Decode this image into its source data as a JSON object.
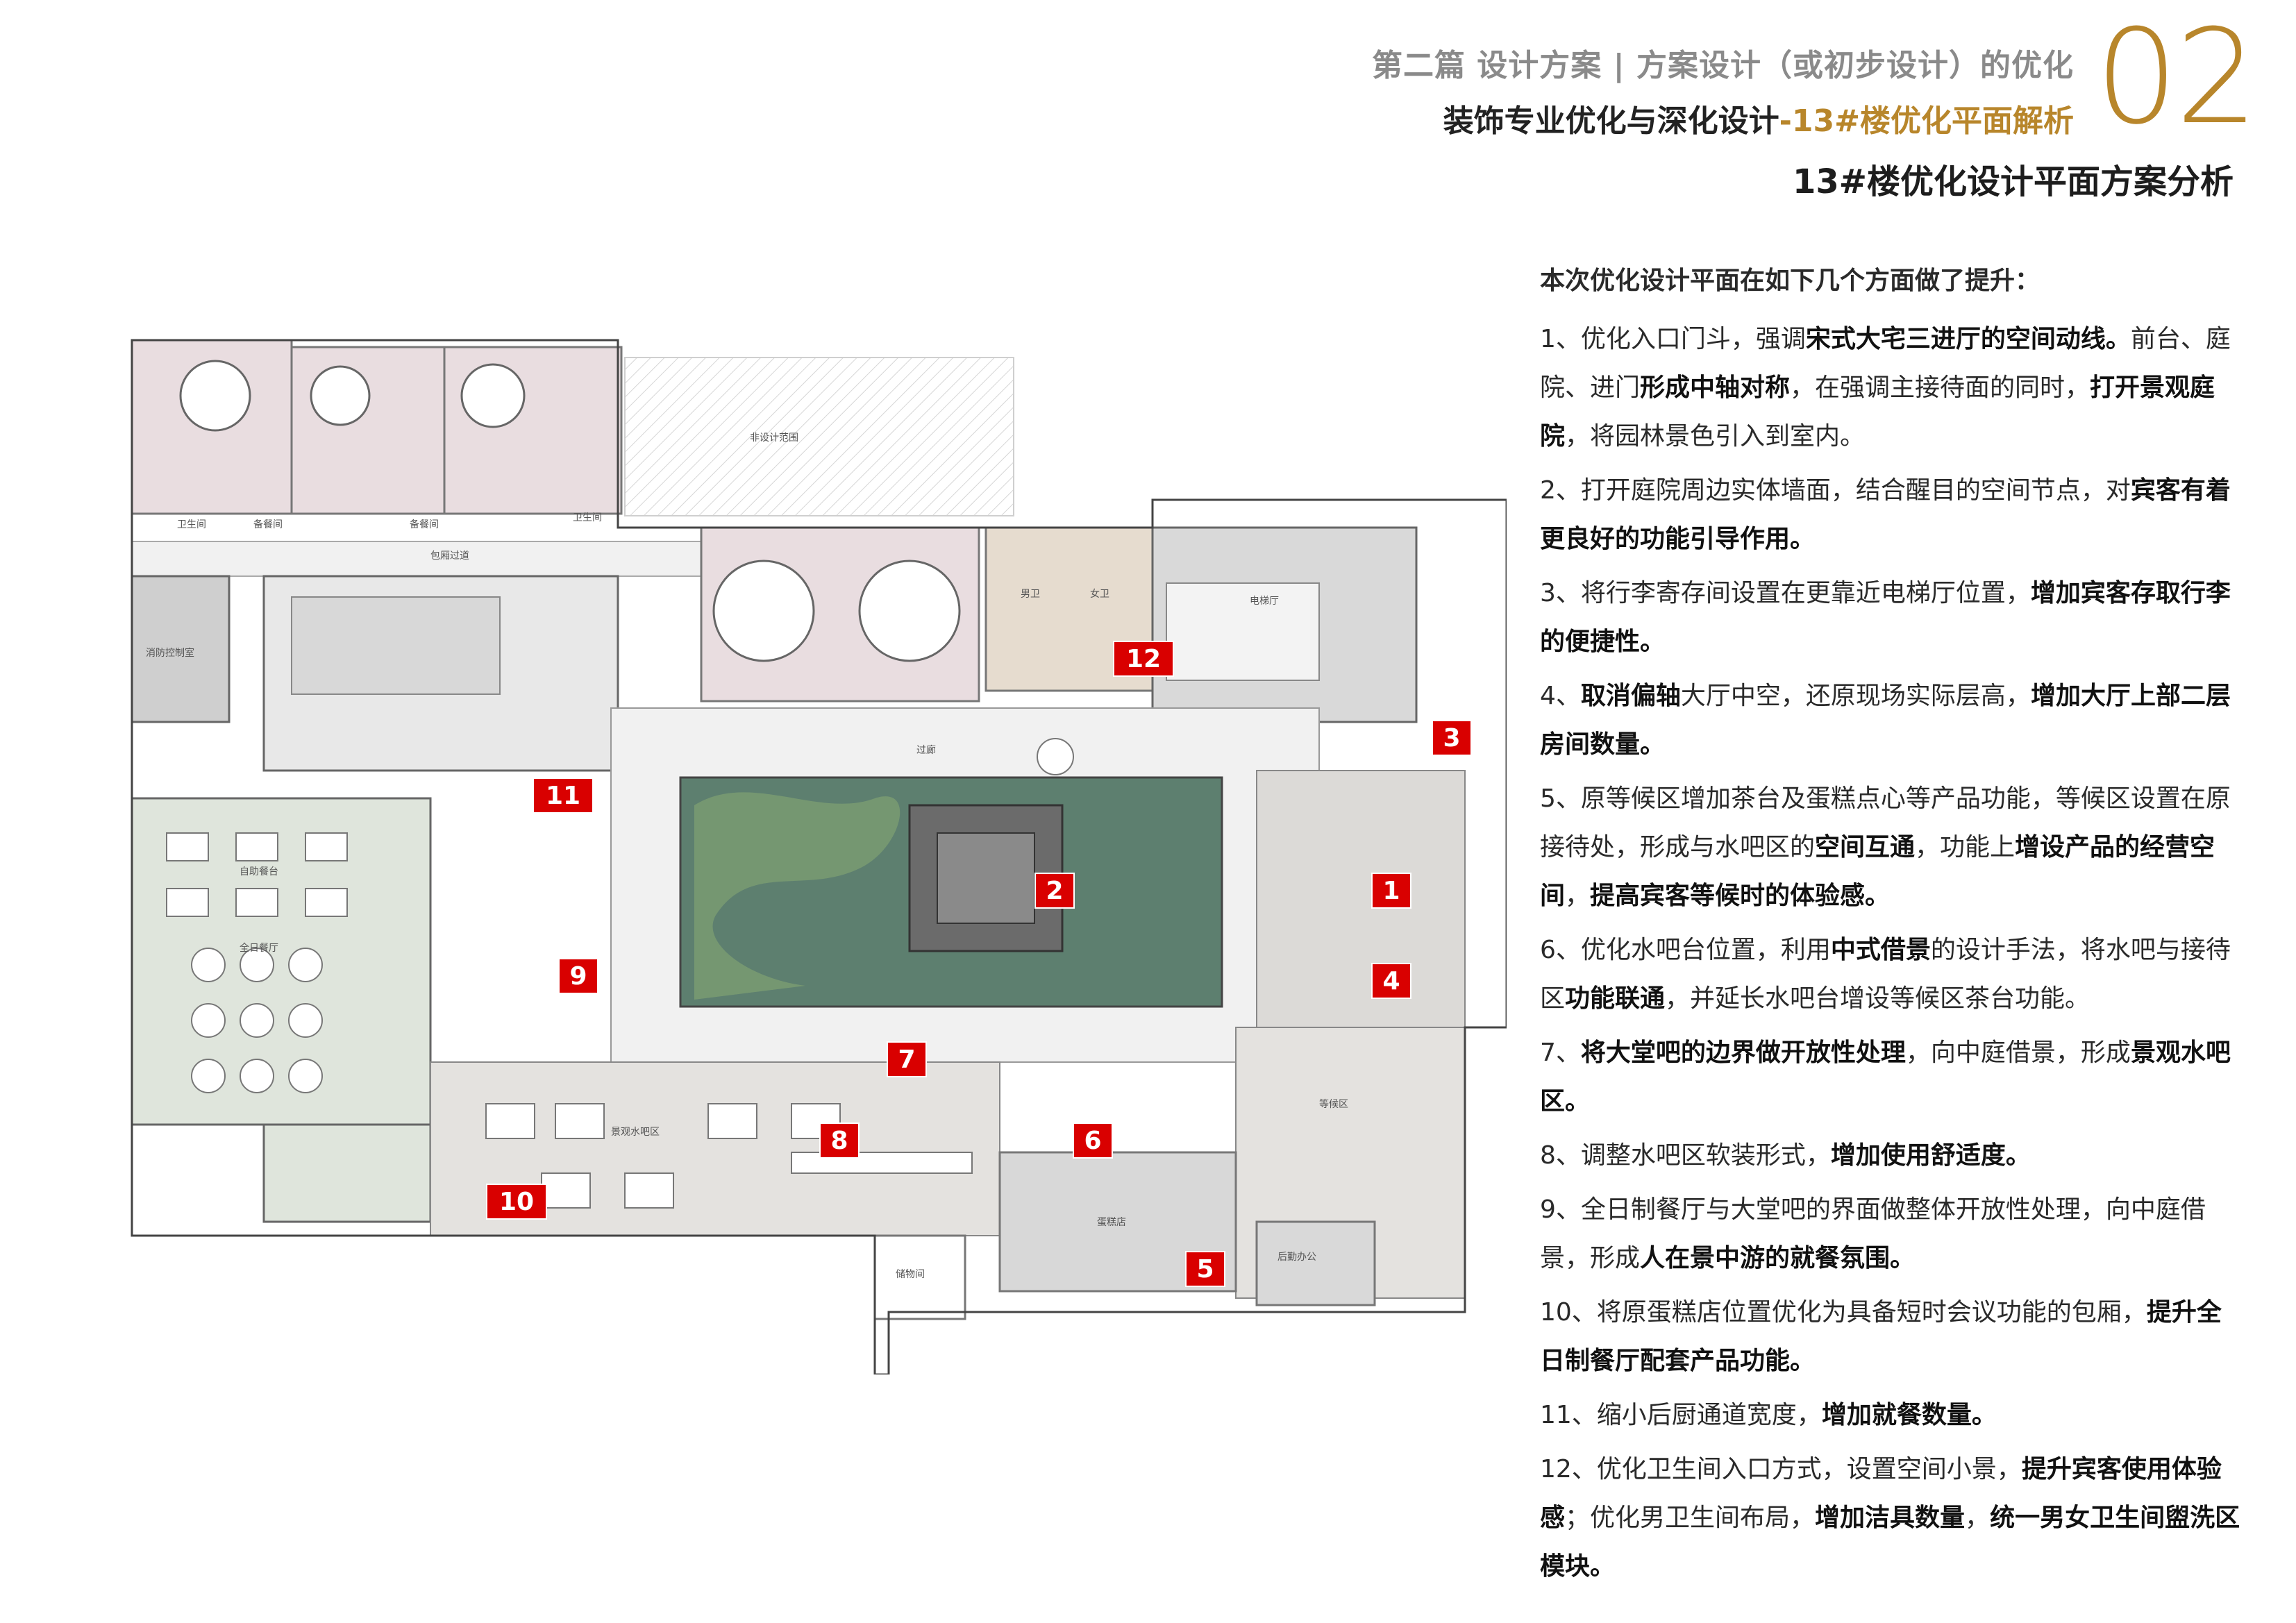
{
  "header": {
    "line1": "第二篇 设计方案 | 方案设计（或初步设计）的优化",
    "line2_main": "装饰专业优化与深化设计",
    "line2_accent": "-13#楼优化平面解析",
    "number": "02",
    "section_title": "13#楼优化设计平面方案分析"
  },
  "colors": {
    "accent": "#b8862b",
    "marker": "#d90000",
    "water": "#3f6f73",
    "pink_room": "#e9dde0",
    "green_room": "#dfe5dc",
    "lobby": "#e4e2df",
    "gray_room": "#cfcfcf",
    "corridor": "#f1f1f1",
    "toilet": "#e6dccf"
  },
  "plan": {
    "labels": {
      "out_of_scope": "非设计范围",
      "private_corridor": "包厢过道",
      "fire_control": "消防控制室",
      "corridor": "过廊",
      "elevator_hall": "电梯厅",
      "buffet": "自助餐台",
      "all_day": "全日餐厅",
      "water_bar": "景观水吧区",
      "waiting": "等候区",
      "cake_shop": "蛋糕店",
      "storage": "储物间",
      "back_office": "后勤办公",
      "male_wc": "男卫",
      "female_wc": "女卫",
      "wc1": "卫生间",
      "prep1": "备餐间",
      "prep2": "备餐间",
      "wc2": "卫生间"
    },
    "markers": [
      "1",
      "2",
      "3",
      "4",
      "5",
      "6",
      "7",
      "8",
      "9",
      "10",
      "11",
      "12"
    ]
  },
  "text": {
    "intro": "本次优化设计平面在如下几个方面做了提升：",
    "items": [
      {
        "parts": [
          {
            "t": "1、优化入口门斗，强调"
          },
          {
            "b": "宋式大宅三进厅的空间动线。"
          },
          {
            "t": "前台、庭院、进门"
          },
          {
            "b": "形成中轴对称"
          },
          {
            "t": "，在强调主接待面的同时，"
          },
          {
            "b": "打开景观庭院"
          },
          {
            "t": "，将园林景色引入到室内。"
          }
        ]
      },
      {
        "parts": [
          {
            "t": "2、打开庭院周边实体墙面，结合醒目的空间节点，对"
          },
          {
            "b": "宾客有着更良好的功能引导作用。"
          }
        ]
      },
      {
        "parts": [
          {
            "t": "3、将行李寄存间设置在更靠近电梯厅位置，"
          },
          {
            "b": "增加宾客存取行李的便捷性。"
          }
        ]
      },
      {
        "parts": [
          {
            "t": "4、"
          },
          {
            "b": "取消偏轴"
          },
          {
            "t": "大厅中空，还原现场实际层高，"
          },
          {
            "b": "增加大厅上部二层房间数量。"
          }
        ]
      },
      {
        "parts": [
          {
            "t": "5、原等候区增加茶台及蛋糕点心等产品功能，等候区设置在原接待处，形成与水吧区的"
          },
          {
            "b": "空间互通"
          },
          {
            "t": "，功能上"
          },
          {
            "b": "增设产品的经营空间"
          },
          {
            "t": "，"
          },
          {
            "b": "提高宾客等候时的体验感。"
          }
        ]
      },
      {
        "parts": [
          {
            "t": "6、优化水吧台位置，利用"
          },
          {
            "b": "中式借景"
          },
          {
            "t": "的设计手法，将水吧与接待区"
          },
          {
            "b": "功能联通"
          },
          {
            "t": "，并延长水吧台增设等候区茶台功能。"
          }
        ]
      },
      {
        "parts": [
          {
            "t": "7、"
          },
          {
            "b": "将大堂吧的边界做开放性处理"
          },
          {
            "t": "，向中庭借景，形成"
          },
          {
            "b": "景观水吧区。"
          }
        ]
      },
      {
        "parts": [
          {
            "t": "8、调整水吧区软装形式，"
          },
          {
            "b": "增加使用舒适度。"
          }
        ]
      },
      {
        "parts": [
          {
            "t": "9、全日制餐厅与大堂吧的界面做整体开放性处理，向中庭借景，形成"
          },
          {
            "b": "人在景中游的就餐氛围。"
          }
        ]
      },
      {
        "parts": [
          {
            "t": "10、将原蛋糕店位置优化为具备短时会议功能的包厢，"
          },
          {
            "b": "提升全日制餐厅配套产品功能。"
          }
        ]
      },
      {
        "parts": [
          {
            "t": "11、缩小后厨通道宽度，"
          },
          {
            "b": "增加就餐数量。"
          }
        ]
      },
      {
        "parts": [
          {
            "t": "12、优化卫生间入口方式，设置空间小景，"
          },
          {
            "b": "提升宾客使用体验感"
          },
          {
            "t": "；优化男卫生间布局，"
          },
          {
            "b": "增加洁具数量"
          },
          {
            "t": "，"
          },
          {
            "b": "统一男女卫生间盥洗区模块。"
          }
        ]
      }
    ]
  }
}
